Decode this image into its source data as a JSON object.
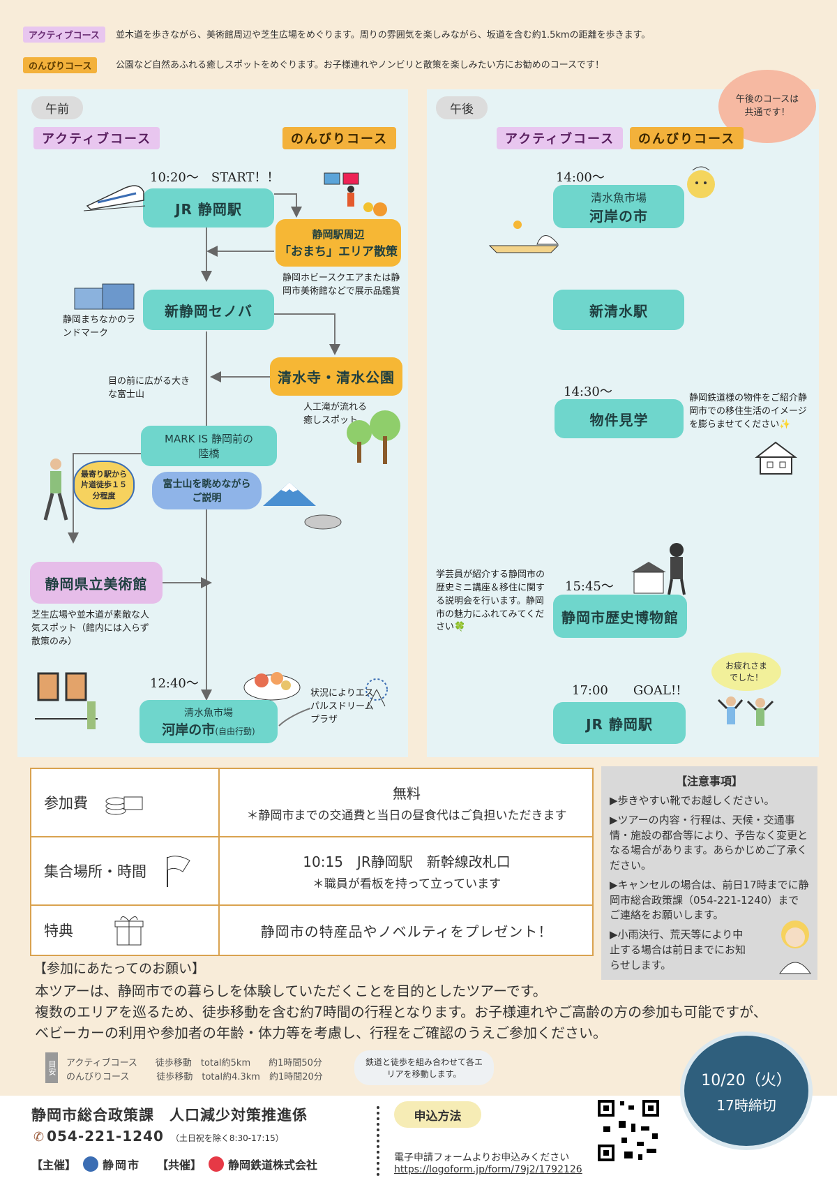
{
  "intro": {
    "active_tag": "アクティブコース",
    "active_desc": "並木道を歩きながら、美術館周辺や芝生広場をめぐります。周りの雰囲気を楽しみながら、坂道を含む約1.5kmの距離を歩きます。",
    "relax_tag": "のんびりコース",
    "relax_desc": "公園など自然あふれる癒しスポットをめぐります。お子様連れやノンビリと散策を楽しみたい方にお勧めのコースです！"
  },
  "morning": {
    "label": "午前",
    "active_course": "アクティブコース",
    "relax_course": "のんびりコース",
    "start_time": "10:20〜　START！！",
    "jr_station": "JR 静岡駅",
    "omachi_line1": "静岡駅周辺",
    "omachi_line2": "「おまち」エリア散策",
    "omachi_note": "静岡ホビースクエアまたは静岡市美術館などで展示品鑑賞",
    "cenova": "新静岡セノバ",
    "cenova_note": "静岡まちなかのランドマーク",
    "seikenji": "清水寺・清水公園",
    "seikenji_note": "人工滝が流れる癒しスポット",
    "fuji_note": "目の前に広がる大きな富士山",
    "markis_line1": "MARK IS 静岡前の",
    "markis_line2": "陸橋",
    "fuji_explain_line1": "富士山を眺めながら",
    "fuji_explain_line2": "ご説明",
    "walk_bubble": "最寄り駅から片道徒歩１５分程度",
    "museum": "静岡県立美術館",
    "museum_note": "芝生広場や並木道が素敵な人気スポット（館内には入らず散策のみ）",
    "lunch_time": "12:40〜",
    "kashi_line1": "清水魚市場",
    "kashi_line2": "河岸の市",
    "kashi_suffix": "(自由行動)",
    "espulse_note": "状況によりエスパルスドリームプラザ"
  },
  "afternoon": {
    "label": "午後",
    "common_bubble": "午後のコースは共通です！",
    "active_course": "アクティブコース",
    "relax_course": "のんびりコース",
    "time1": "14:00〜",
    "kashi_line1": "清水魚市場",
    "kashi_line2": "河岸の市",
    "shin_shimizu": "新清水駅",
    "time2": "14:30〜",
    "property": "物件見学",
    "property_note": "静岡鉄道様の物件をご紹介静岡市での移住生活のイメージを膨らませてください✨",
    "time3": "15:45〜",
    "history_museum": "静岡市歴史博物館",
    "history_note": "学芸員が紹介する静岡市の歴史ミニ講座＆移住に関する説明会を行います。静岡市の魅力にふれてみてください🍀",
    "time4": "17:00　　GOAL!!",
    "jr_station": "JR 静岡駅",
    "otsukare": "お疲れさまでした！"
  },
  "info": {
    "fee_label": "参加費",
    "fee_value": "無料",
    "fee_note": "＊静岡市までの交通費と当日の昼食代はご負担いただきます",
    "meet_label": "集合場所・時間",
    "meet_value": "10:15　JR静岡駅　新幹線改札口",
    "meet_note": "＊職員が看板を持って立っています",
    "gift_label": "特典",
    "gift_value": "静岡市の特産品やノベルティをプレゼント！"
  },
  "notice": {
    "title": "【注意事項】",
    "items": [
      "▶歩きやすい靴でお越しください。",
      "▶ツアーの内容・行程は、天候・交通事情・施設の都合等により、予告なく変更となる場合があります。あらかじめご了承ください。",
      "▶キャンセルの場合は、前日17時までに静岡市総合政策課（054-221-1240）までご連絡をお願いします。",
      "▶小雨決行、荒天等により中止する場合は前日までにお知らせします。"
    ]
  },
  "request": {
    "title": "【参加にあたってのお願い】",
    "line1": "本ツアーは、静岡市での暮らしを体験していただくことを目的としたツアーです。",
    "line2": "複数のエリアを巡るため、徒歩移動を含む約7時間の行程となります。お子様連れやご高齢の方の参加も可能ですが、",
    "line3": "ベビーカーの利用や参加者の年齢・体力等を考慮し、行程をご確認のうえご参加ください。"
  },
  "estimate": {
    "label": "目安",
    "active": "アクティブコース　　徒歩移動　total約5km　　約1時間50分",
    "relax": "のんびりコース　　　徒歩移動　total約4.3km　約1時間20分",
    "bubble": "鉄道と徒歩を組み合わせて各エリアを移動します。"
  },
  "deadline": {
    "date": "10/20（火）",
    "text": "17時締切"
  },
  "footer": {
    "org": "静岡市総合政策課　人口減少対策推進係",
    "phone": "054-221-1240",
    "hours": "（土日祝を除く8:30-17:15）",
    "host_label": "【主催】",
    "host": "静岡市",
    "cohost_label": "【共催】",
    "cohost": "静岡鉄道株式会社",
    "apply_label": "申込方法",
    "apply_text": "電子申請フォームよりお申込みください",
    "apply_url": "https://logoform.jp/form/79j2/1792126"
  },
  "colors": {
    "bg": "#f8ecd9",
    "panel": "#e6f3f5",
    "node": "#6fd6cc",
    "orange": "#f6b735",
    "purple": "#e6bde9",
    "deadline": "#2f5f7d"
  }
}
